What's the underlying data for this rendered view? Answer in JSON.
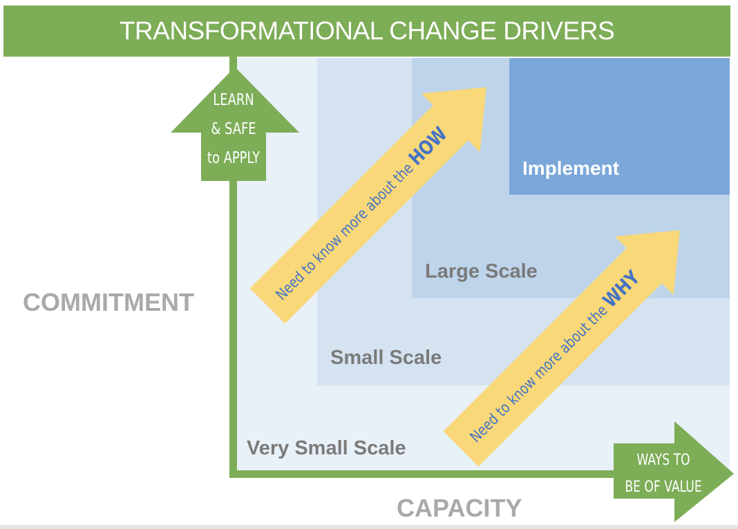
{
  "title": "TRANSFORMATIONAL CHANGE DRIVERS",
  "zones": {
    "very_small": "Very Small  Scale",
    "small": "Small  Scale",
    "large": "Large  Scale",
    "implement": "Implement"
  },
  "axes": {
    "y_label": "COMMITMENT",
    "x_label": "CAPACITY",
    "up_arrow_lines": [
      "LEARN",
      "& SAFE",
      "to APPLY"
    ],
    "right_arrow_lines": [
      "WAYS TO",
      "BE OF VALUE"
    ]
  },
  "diagonal_arrows": {
    "how": {
      "prefix": "Need to know more about the ",
      "emphasis": "HOW"
    },
    "why": {
      "prefix": "Need to know more about the ",
      "emphasis": "WHY"
    }
  },
  "colors": {
    "green": "#7dad57",
    "yellow": "#f8d878",
    "emphasis_blue": "#4472c4",
    "zone_very_small": "#e8f0f8",
    "zone_small": "#d5e3f1",
    "zone_large": "#bed4ea",
    "zone_implement": "#7ba7d9"
  }
}
